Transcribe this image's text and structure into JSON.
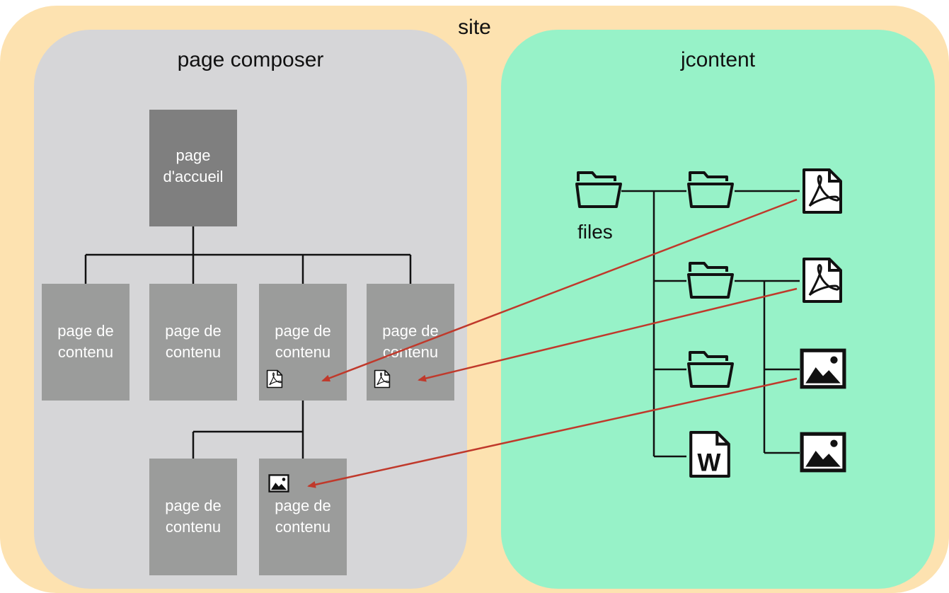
{
  "site": {
    "title": "site"
  },
  "page_composer": {
    "title": "page composer",
    "home_page": {
      "line1": "page",
      "line2": "d'accueil"
    },
    "pages": [
      {
        "line1": "page de",
        "line2": "contenu"
      },
      {
        "line1": "page de",
        "line2": "contenu"
      },
      {
        "line1": "page de",
        "line2": "contenu"
      },
      {
        "line1": "page de",
        "line2": "contenu"
      },
      {
        "line1": "page de",
        "line2": "contenu"
      },
      {
        "line1": "page de",
        "line2": "contenu"
      }
    ]
  },
  "jcontent": {
    "title": "jcontent",
    "root_label": "files"
  },
  "colors": {
    "site_bg": "#fde2b0",
    "page_composer_bg": "#d6d6d8",
    "jcontent_bg": "#97f2c8",
    "home_page_fill": "#7f7f7f",
    "content_page_fill": "#9b9c9b",
    "reference_arrow": "#c0392b"
  }
}
